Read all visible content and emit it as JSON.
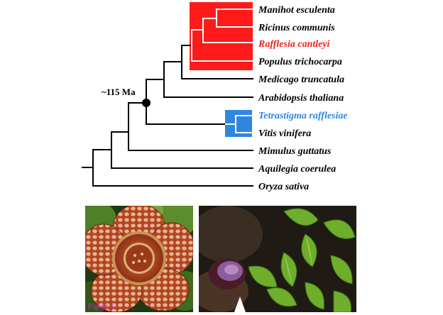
{
  "tree": {
    "node_age_label": "~115 Ma",
    "taxa": [
      {
        "name": "Manihot esculenta",
        "color": "#000000"
      },
      {
        "name": "Ricinus communis",
        "color": "#000000"
      },
      {
        "name": "Rafflesia cantleyi",
        "color": "#e8221c"
      },
      {
        "name": "Populus trichocarpa",
        "color": "#000000"
      },
      {
        "name": "Medicago truncatula",
        "color": "#000000"
      },
      {
        "name": "Arabidopsis thaliana",
        "color": "#000000"
      },
      {
        "name": "Tetrastigma rafflesiae",
        "color": "#2f86e0"
      },
      {
        "name": "Vitis vinifera",
        "color": "#000000"
      },
      {
        "name": "Mimulus guttatus",
        "color": "#000000"
      },
      {
        "name": "Aquilegia coerulea",
        "color": "#000000"
      },
      {
        "name": "Oryza sativa",
        "color": "#000000"
      }
    ],
    "highlight_colors": {
      "rafflesia_clade": "#ff1a1a",
      "tetrastigma_clade": "#2f86e0"
    }
  },
  "photos": {
    "caption": "Figure 1"
  }
}
